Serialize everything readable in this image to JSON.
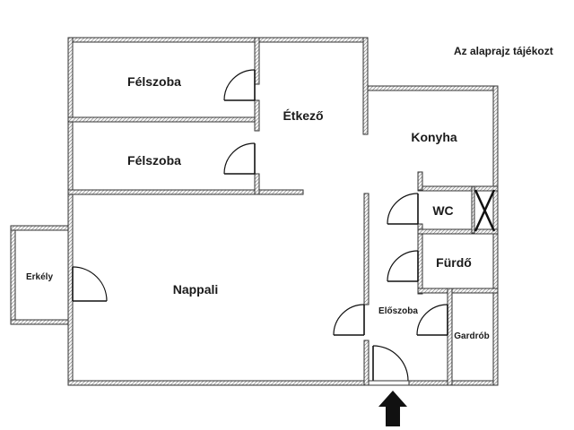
{
  "caption": "Az alaprajz tájékozt",
  "rooms": {
    "felszoba_1": "Félszoba",
    "felszoba_2": "Félszoba",
    "etkezo": "Étkező",
    "konyha": "Konyha",
    "wc": "WC",
    "furdo": "Fürdő",
    "erkely": "Erkély",
    "nappali": "Nappali",
    "eloszoba": "Előszoba",
    "gardrob": "Gardrób"
  },
  "icons": {
    "entrance": "arrow-up-icon",
    "blocked": "x-mark-icon"
  }
}
